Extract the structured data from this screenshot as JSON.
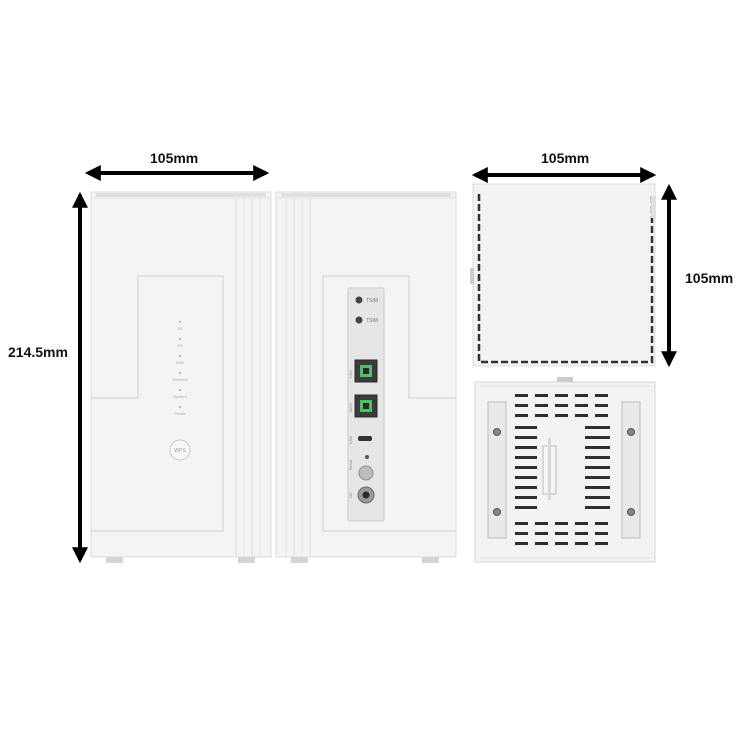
{
  "dimensions": {
    "front_width": "105mm",
    "height": "214.5mm",
    "top_width": "105mm",
    "top_depth": "105mm"
  },
  "front_view": {
    "led_labels": [
      "5G",
      "4G",
      "WiFi",
      "Ethernet",
      "System",
      "Power"
    ],
    "wps_button_label": "WPS"
  },
  "back_view": {
    "sim_slot_labels": [
      "TSIM",
      "TSIM"
    ],
    "port_labels": [
      "LAN",
      "WAN",
      "USB",
      "Reset",
      "DC"
    ]
  },
  "colors": {
    "device_body": "#f4f4f4",
    "outline": "#d8d8d8",
    "arrow": "#000000",
    "panel": "#e6e6e6"
  }
}
